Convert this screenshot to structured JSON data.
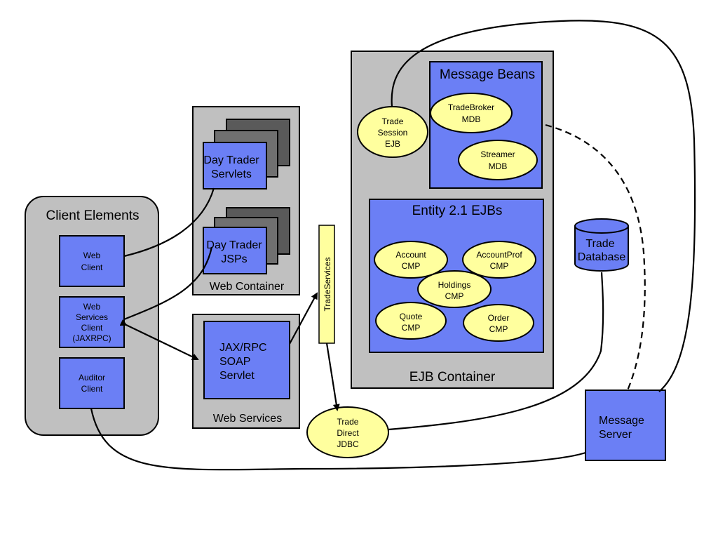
{
  "colors": {
    "container_gray": "#c0c0c0",
    "component_blue": "#6b7ff5",
    "bean_yellow": "#ffff9e",
    "stack_dark": "#707070"
  },
  "client_elements": {
    "title": "Client Elements",
    "web_client": [
      "Web",
      "Client"
    ],
    "web_services_client": [
      "Web",
      "Services",
      "Client",
      "(JAXRPC)"
    ],
    "auditor_client": [
      "Auditor",
      "Client"
    ]
  },
  "web_container": {
    "title": "Web Container",
    "servlets": [
      "Day Trader",
      "Servlets"
    ],
    "jsps": [
      "Day Trader",
      "JSPs"
    ]
  },
  "web_services": {
    "title": "Web Services",
    "servlet": [
      "JAX/RPC",
      "SOAP",
      "Servlet"
    ]
  },
  "trade_services": "TradeServices",
  "ejb_container": {
    "title": "EJB Container",
    "trade_session": [
      "Trade",
      "Session",
      "EJB"
    ],
    "message_beans": {
      "title": "Message Beans",
      "trade_broker": [
        "TradeBroker",
        "MDB"
      ],
      "streamer": [
        "Streamer",
        "MDB"
      ]
    },
    "entity_ejbs": {
      "title": "Entity 2.1 EJBs",
      "account": [
        "Account",
        "CMP"
      ],
      "account_prof": [
        "AccountProf",
        "CMP"
      ],
      "holdings": [
        "Holdings",
        "CMP"
      ],
      "quote": [
        "Quote",
        "CMP"
      ],
      "order": [
        "Order",
        "CMP"
      ]
    }
  },
  "trade_database": [
    "Trade",
    "Database"
  ],
  "trade_direct": [
    "Trade",
    "Direct",
    "JDBC"
  ],
  "message_server": [
    "Message",
    "Server"
  ]
}
